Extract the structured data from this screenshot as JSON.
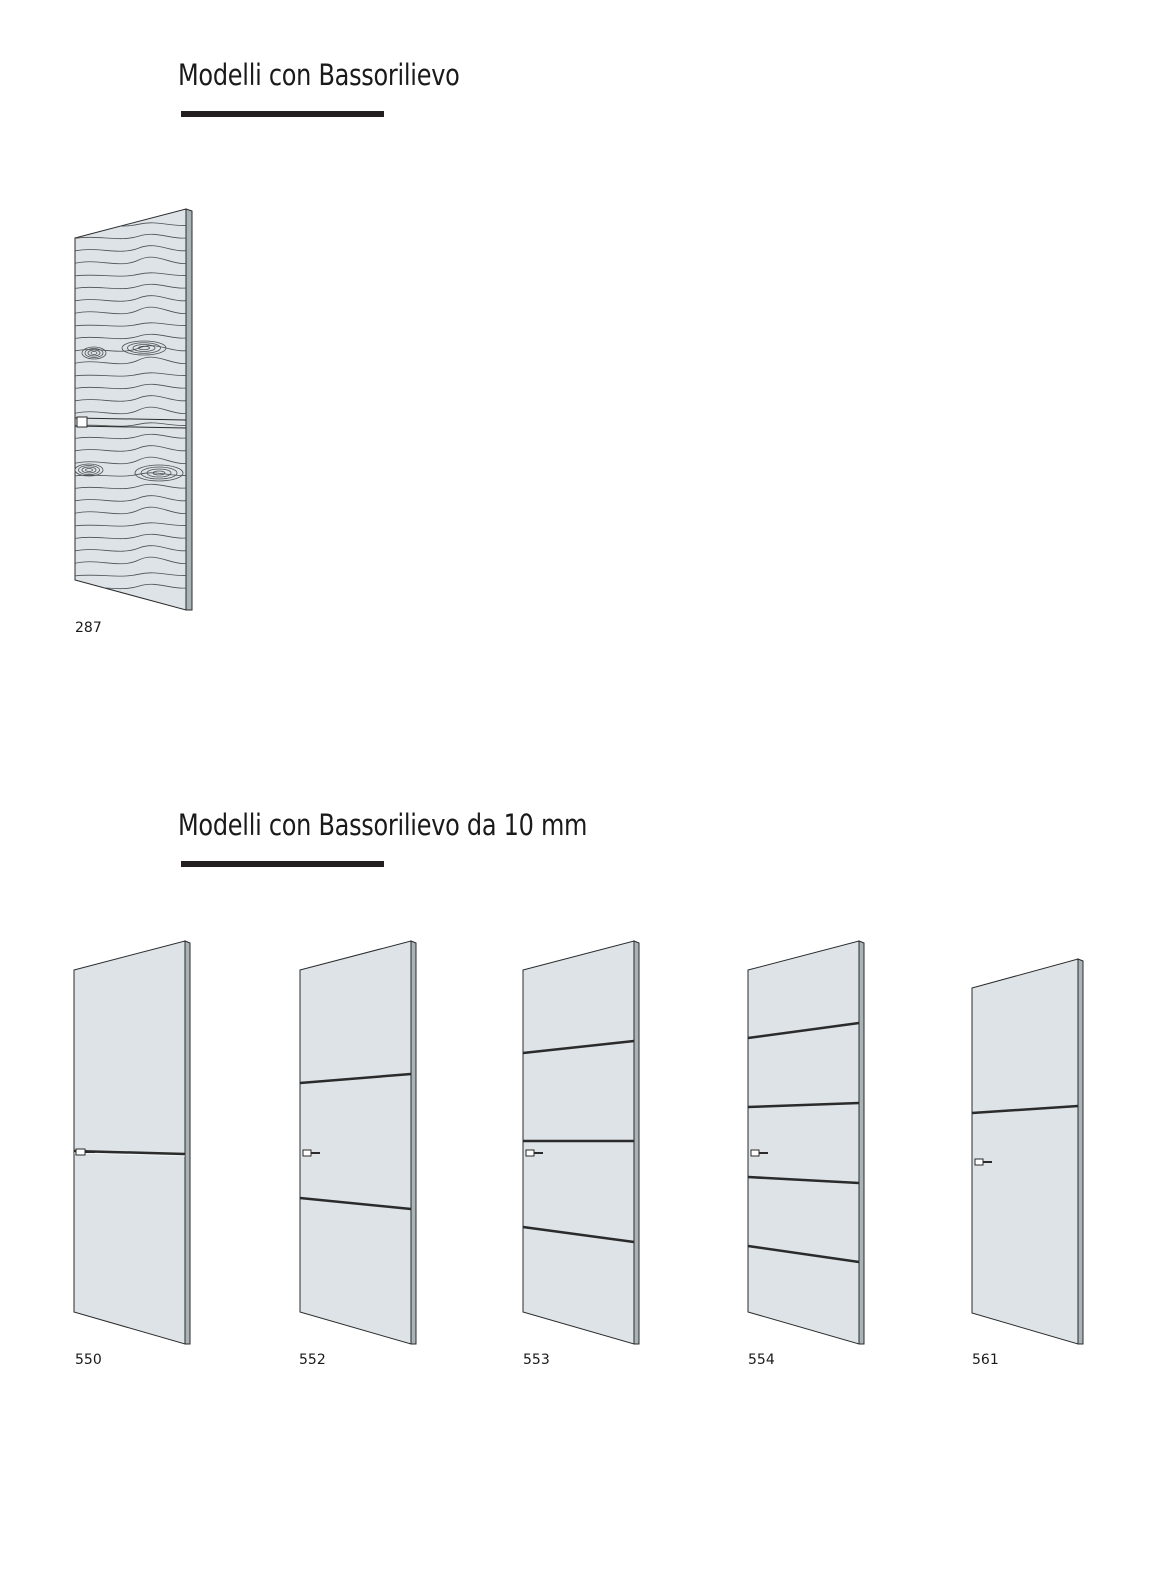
{
  "sections": [
    {
      "title": "Modelli con Bassorilievo",
      "doors": [
        {
          "code": "287",
          "finish": "wood-grain relief",
          "grooves": 1
        }
      ]
    },
    {
      "title": "Modelli con Bassorilievo da 10 mm",
      "doors": [
        {
          "code": "550",
          "grooves": 1
        },
        {
          "code": "552",
          "grooves": 2
        },
        {
          "code": "553",
          "grooves": 3
        },
        {
          "code": "554",
          "grooves": 4
        },
        {
          "code": "561",
          "grooves": 1
        }
      ]
    }
  ],
  "colors": {
    "door_face": "#dde3e6",
    "door_edge": "#a9b3b8",
    "outline": "#2b2b2b",
    "rule": "#231f20"
  }
}
